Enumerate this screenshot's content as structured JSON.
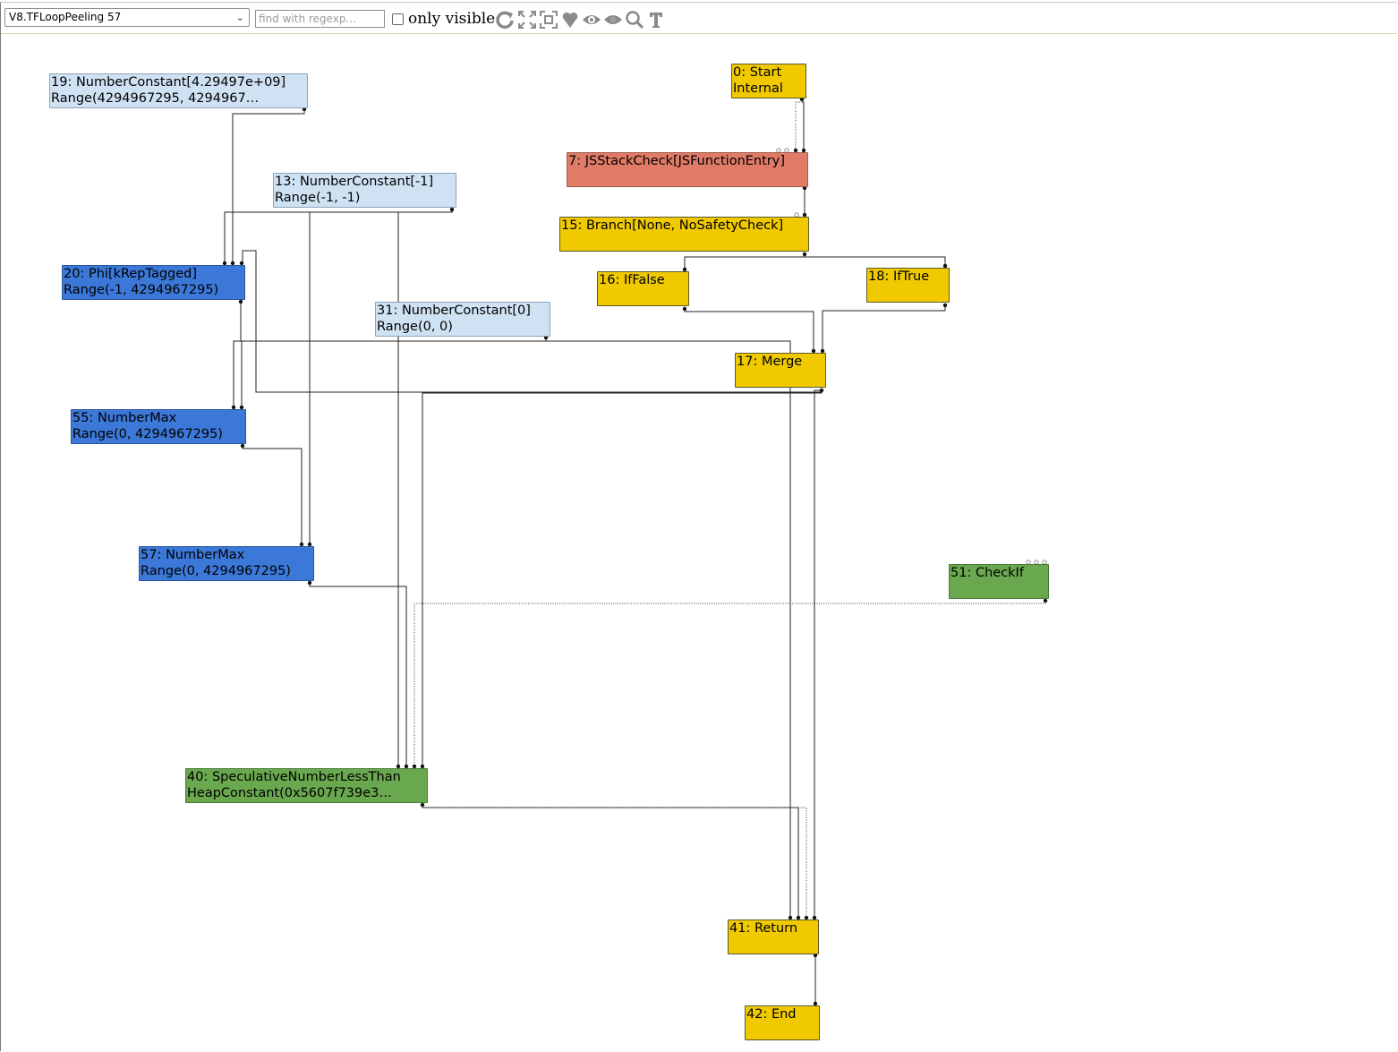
{
  "toolbar": {
    "phase_selected": "V8.TFLoopPeeling 57",
    "search_placeholder": "find with regexp...",
    "search_value": "",
    "only_visible_label": "only visible",
    "only_visible_checked": false,
    "tools": [
      "relayout-icon",
      "show-all-icon",
      "show-selected-icon",
      "toggle-hide-dead-icon",
      "hide-unselected-icon",
      "hide-selected-icon",
      "zoom-selection-icon",
      "toggle-types-icon"
    ]
  },
  "colors": {
    "control": "#f1c900",
    "constant": "#cfe2f3",
    "js": "#e07b67",
    "simplified": "#6aa84f",
    "machine": "#3c78d8"
  },
  "nodes": {
    "n0": {
      "line1": "0: Start",
      "line2": "Internal"
    },
    "n7": {
      "line1": "7: JSStackCheck[JSFunctionEntry]"
    },
    "n15": {
      "line1": "15: Branch[None, NoSafetyCheck]"
    },
    "n16": {
      "line1": "16: IfFalse"
    },
    "n18": {
      "line1": "18: IfTrue"
    },
    "n17": {
      "line1": "17: Merge"
    },
    "n19": {
      "line1": "19: NumberConstant[4.29497e+09]",
      "line2": "Range(4294967295, 4294967…"
    },
    "n13": {
      "line1": "13: NumberConstant[-1]",
      "line2": "Range(-1, -1)"
    },
    "n20": {
      "line1": "20: Phi[kRepTagged]",
      "line2": "Range(-1, 4294967295)"
    },
    "n31": {
      "line1": "31: NumberConstant[0]",
      "line2": "Range(0, 0)"
    },
    "n55": {
      "line1": "55: NumberMax",
      "line2": "Range(0, 4294967295)"
    },
    "n57": {
      "line1": "57: NumberMax",
      "line2": "Range(0, 4294967295)"
    },
    "n51": {
      "line1": "51: CheckIf"
    },
    "n40": {
      "line1": "40: SpeculativeNumberLessThan",
      "line2": "HeapConstant(0x5607f739e3…"
    },
    "n41": {
      "line1": "41: Return"
    },
    "n42": {
      "line1": "42: End"
    }
  }
}
